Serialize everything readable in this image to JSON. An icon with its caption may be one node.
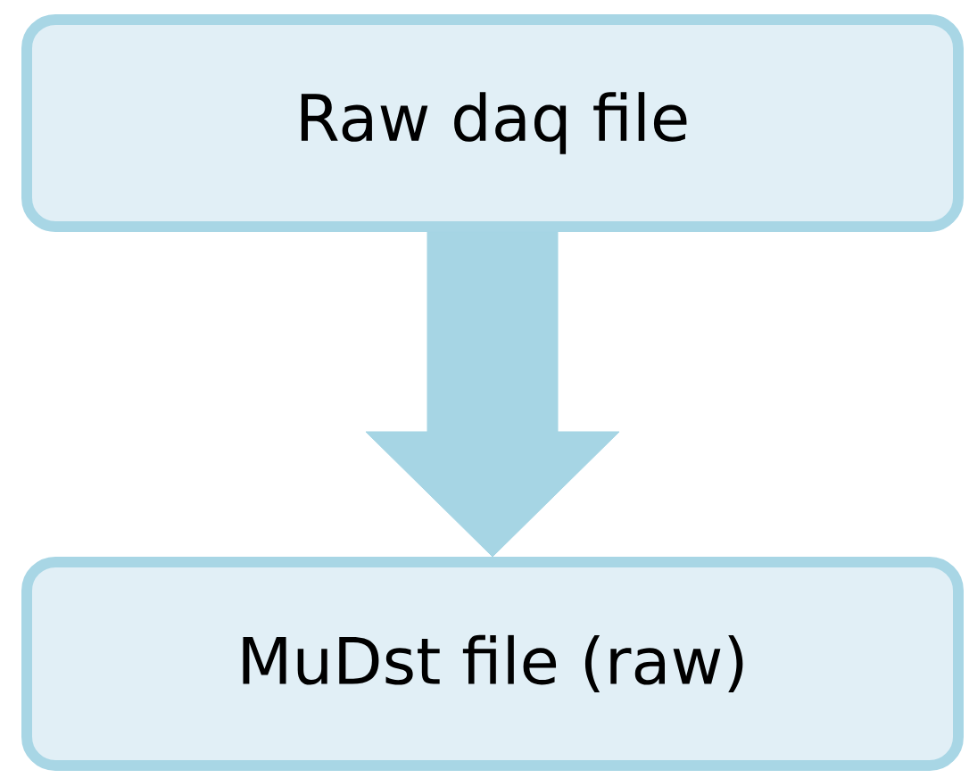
{
  "diagram": {
    "nodes": [
      {
        "text": [
          "Raw daq file"
        ]
      },
      {
        "text": [
          "MuDst file (raw)"
        ]
      }
    ],
    "edges": [
      {
        "from": 0,
        "to": 1,
        "arrow": "to"
      }
    ]
  }
}
